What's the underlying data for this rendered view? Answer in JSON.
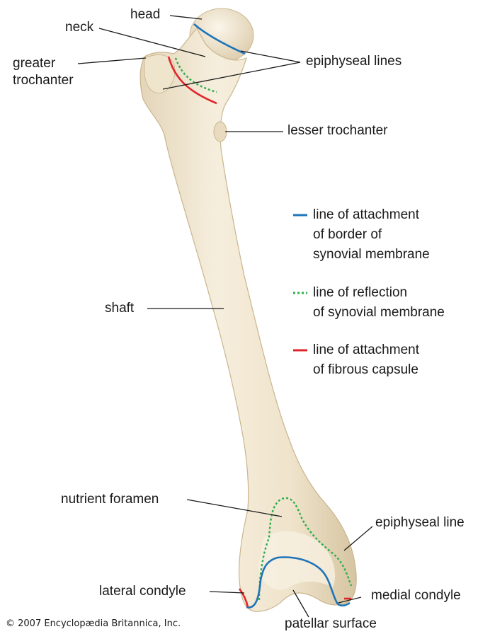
{
  "labels": {
    "head": "head",
    "neck": "neck",
    "greater_trochanter": "greater\ntrochanter",
    "epiphyseal_lines": "epiphyseal lines",
    "lesser_trochanter": "lesser trochanter",
    "shaft": "shaft",
    "nutrient_foramen": "nutrient foramen",
    "epiphyseal_line": "epiphyseal line",
    "lateral_condyle": "lateral condyle",
    "medial_condyle": "medial condyle",
    "patellar_surface": "patellar surface"
  },
  "legend": [
    {
      "text": "line of attachment\nof border of\nsynovial membrane",
      "color": "#1f74b8",
      "style": "solid"
    },
    {
      "text": "line of reflection\nof synovial membrane",
      "color": "#2eae4a",
      "style": "dotted"
    },
    {
      "text": "line of attachment\nof fibrous capsule",
      "color": "#e0262b",
      "style": "solid"
    }
  ],
  "copyright": "© 2007 Encyclopædia Britannica, Inc.",
  "colors": {
    "bone": "#f1e7d3",
    "bone_shadow": "#d8c8a8",
    "synovial_border": "#1f74b8",
    "synovial_reflection": "#2eae4a",
    "fibrous_capsule": "#e0262b"
  }
}
